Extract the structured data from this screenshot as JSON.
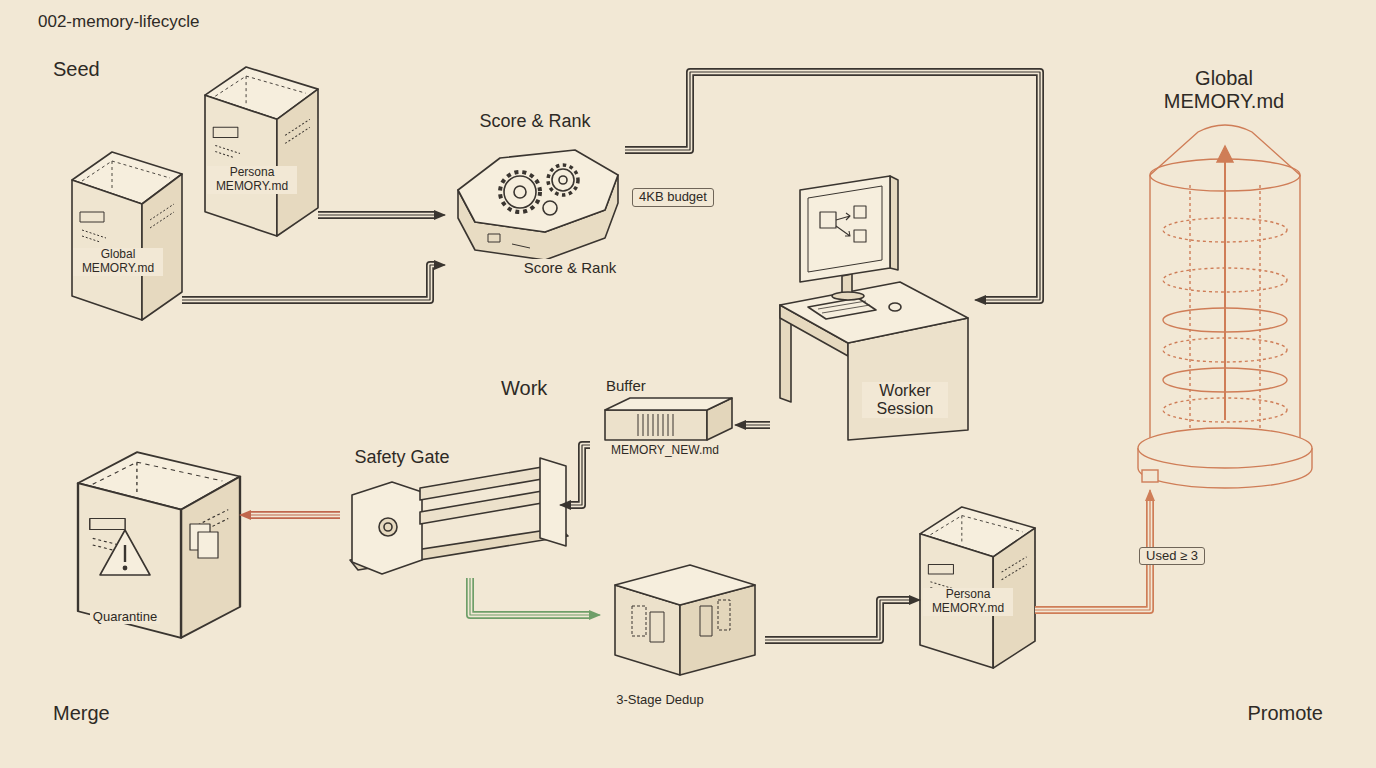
{
  "diagram": {
    "title": "002-memory-lifecycle",
    "nodes": [
      {
        "text": [
          "Seed"
        ]
      },
      {
        "text": [
          "Persona MEMORY.md"
        ],
        "in": 0
      },
      {
        "text": [
          "Global MEMORY.md"
        ],
        "in": 0
      },
      {
        "text": [
          "Score & Rank",
          "Score & Rank"
        ],
        "in": 0
      },
      {
        "text": [
          "Work"
        ]
      },
      {
        "text": [
          "Worker Session"
        ],
        "in": 4
      },
      {
        "text": [
          "Buffer",
          "MEMORY_NEW.md"
        ],
        "in": 4
      },
      {
        "text": [
          "Merge"
        ]
      },
      {
        "text": [
          "Quarantine"
        ],
        "in": 7
      },
      {
        "text": [
          "Safety Gate"
        ],
        "in": 7
      },
      {
        "text": [
          "3-Stage Dedup"
        ],
        "in": 7
      },
      {
        "text": [
          "Promote"
        ]
      },
      {
        "text": [
          "Persona MEMORY.md"
        ],
        "in": 11
      },
      {
        "text": [
          "Global MEMORY.md"
        ]
      }
    ],
    "edges": [
      {
        "from": 1,
        "to": 3,
        "arrow": "to"
      },
      {
        "from": 2,
        "to": 3,
        "arrow": "to"
      },
      {
        "from": 3,
        "to": 5,
        "arrow": "to"
      },
      {
        "from": 5,
        "to": 6,
        "arrow": "to"
      },
      {
        "from": 6,
        "to": 9,
        "arrow": "to"
      },
      {
        "from": 9,
        "to": 8,
        "arrow": "to"
      },
      {
        "from": 9,
        "to": 10,
        "arrow": "to"
      },
      {
        "from": 10,
        "to": 12,
        "arrow": "to"
      },
      {
        "from": 12,
        "to": 13,
        "label": "Used ≥ 3",
        "arrow": "to"
      }
    ],
    "labels": [
      "4KB budget"
    ]
  }
}
